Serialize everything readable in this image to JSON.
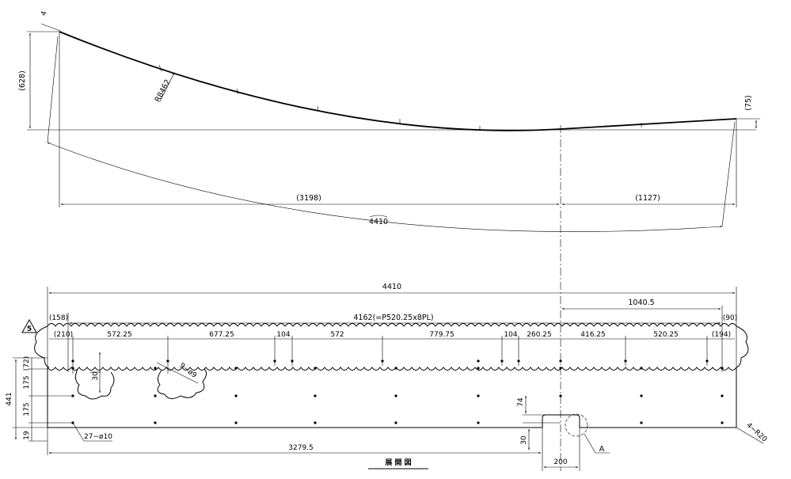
{
  "top_view": {
    "offset_label": "4",
    "left_height": "(628)",
    "radius": "R8462",
    "right_height": "(75)",
    "left_span": "(3198)",
    "right_span": "(1127)",
    "arc_length": "4410"
  },
  "development": {
    "title": "展 開 図",
    "bead_mark": "5",
    "overall_length": "4410",
    "pitch_total": "4162(=P520.25x8PL)",
    "left_end": "(158)",
    "right_end": "(90)",
    "right_offset": "1040.5",
    "hole_spacings": [
      "(210)",
      "572.25",
      "677.25",
      "104",
      "572",
      "779.75",
      "104",
      "260.25",
      "416.25",
      "520.25",
      "(194)"
    ],
    "notch_depth": "30",
    "bead_holes": "9−ø9",
    "height_dims": [
      "(72)",
      "175",
      "175",
      "19"
    ],
    "total_height": "441",
    "side_holes": "27−ø10",
    "notch_position": "3279.5",
    "cutout_height": "74",
    "cutout_depth": "30",
    "cutout_width": "200",
    "detail_ref": "A",
    "corner_radius": "4−R20"
  }
}
